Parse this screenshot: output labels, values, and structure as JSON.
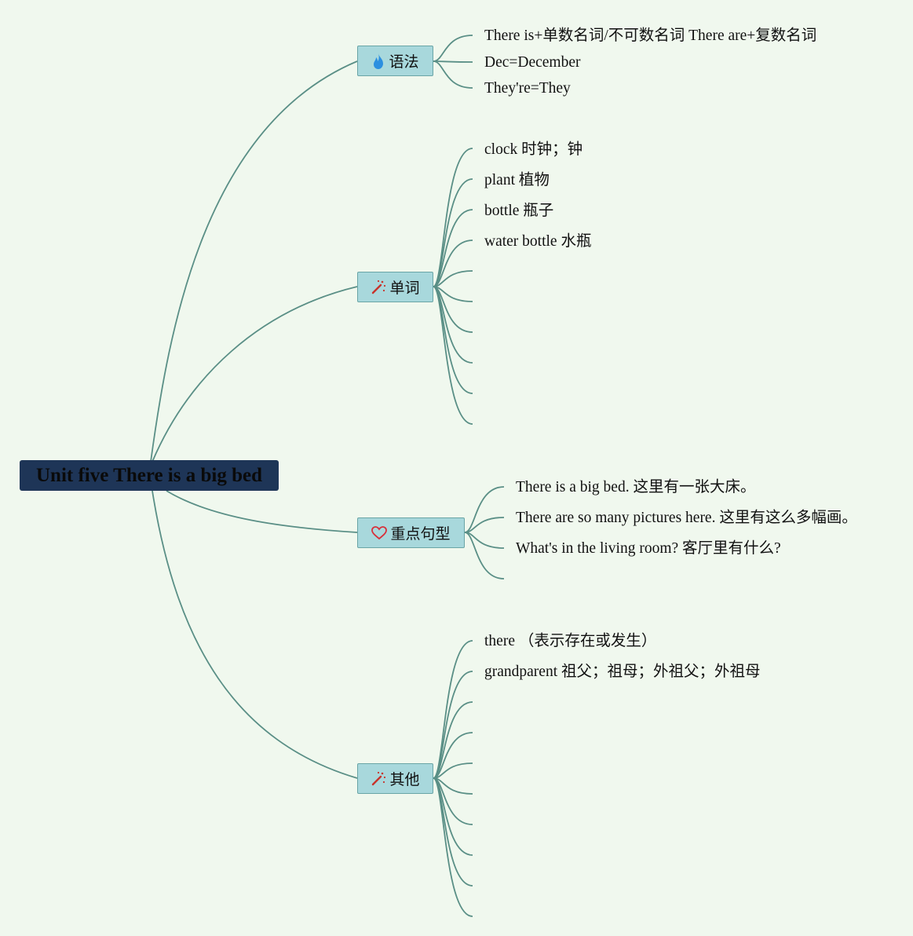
{
  "root": {
    "title": "Unit five There is a big bed"
  },
  "branches": [
    {
      "label": "语法",
      "icon": "fire-icon",
      "items": [
        "There is+单数名词/不可数名词 There are+复数名词",
        "Dec=December",
        "They're=They"
      ]
    },
    {
      "label": "单词",
      "icon": "magic-wand-icon",
      "items": [
        "clock 时钟；钟",
        "plant 植物",
        "bottle 瓶子",
        "water bottle 水瓶"
      ]
    },
    {
      "label": "重点句型",
      "icon": "heart-icon",
      "items": [
        "There is a big bed. 这里有一张大床。",
        "There are so many pictures here. 这里有这么多幅画。",
        "What's in the living room? 客厅里有什么?"
      ]
    },
    {
      "label": "其他",
      "icon": "magic-wand-icon",
      "items": [
        "there （表示存在或发生）",
        "grandparent 祖父；祖母；外祖父；外祖母"
      ]
    }
  ],
  "colors": {
    "background": "#f0f8ee",
    "root": "#1e3557",
    "branch": "#a8d8dc",
    "line": "#5a8f86",
    "fire": "#2b8fe0",
    "heart": "#d8303a",
    "wand": "#c8332b"
  }
}
